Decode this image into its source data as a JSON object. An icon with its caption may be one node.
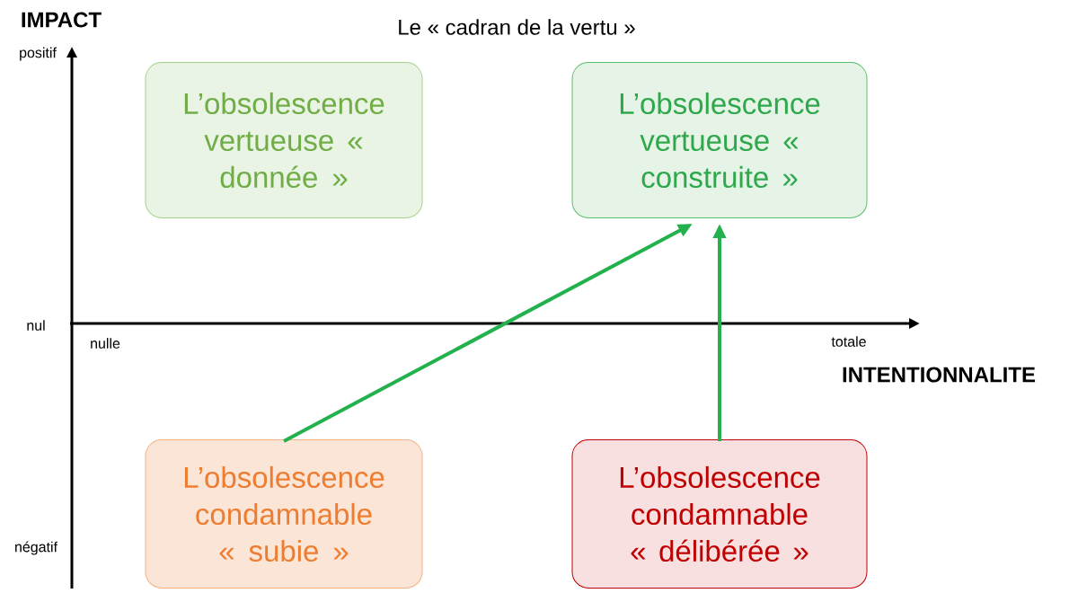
{
  "diagram": {
    "title": "Le « cadran de la vertu »",
    "nodes": [
      {
        "text": [
          "L’obsolescence vertueuse « donnée »"
        ]
      },
      {
        "text": [
          "L’obsolescence vertueuse « construite »"
        ]
      },
      {
        "text": [
          "L’obsolescence condamnable « subie »"
        ]
      },
      {
        "text": [
          "L’obsolescence condamnable « délibérée »"
        ]
      }
    ],
    "edges": [
      {
        "from": 2,
        "to": 1,
        "arrow": "to"
      },
      {
        "from": 3,
        "to": 1,
        "arrow": "to"
      }
    ],
    "labels": [
      "IMPACT",
      "positif",
      "nul",
      "négatif",
      "nulle",
      "totale",
      "INTENTIONNALITE"
    ]
  }
}
